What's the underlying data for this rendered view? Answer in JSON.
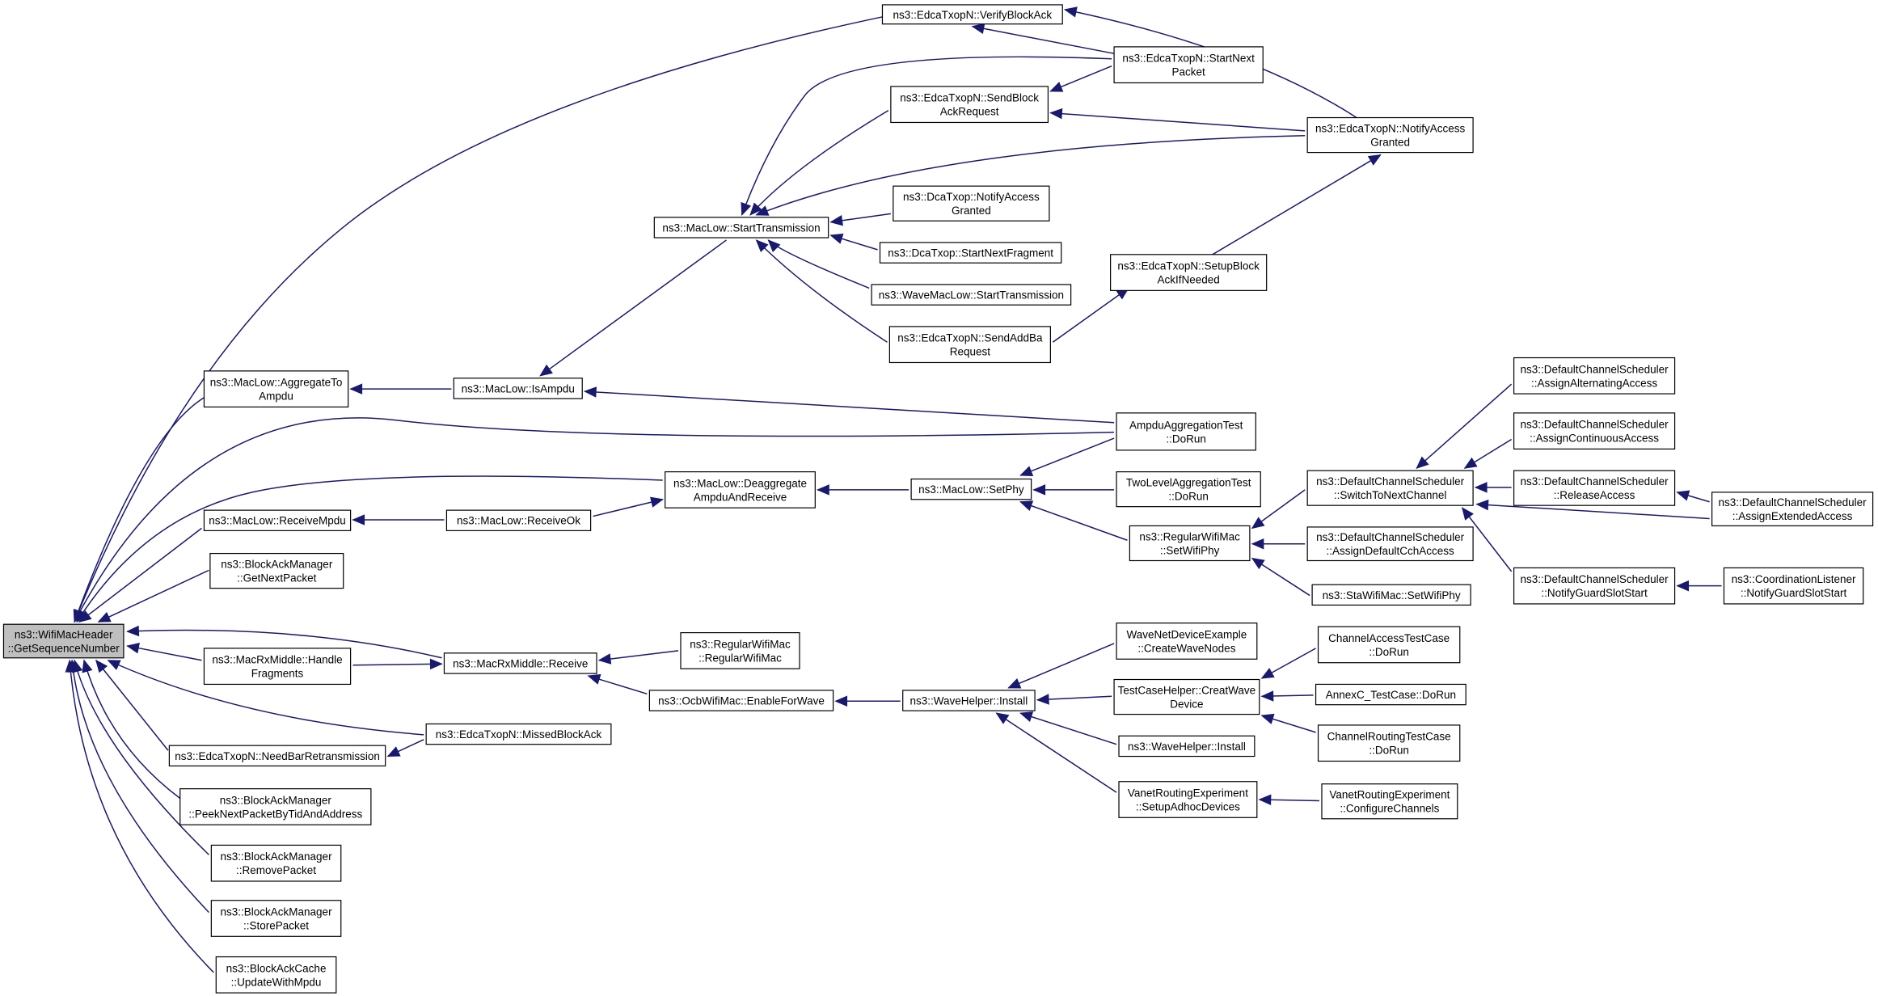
{
  "graph": {
    "colors": {
      "edge": "#191970",
      "node_border": "#000000",
      "node_fill": "#ffffff",
      "root_fill": "#bfbfbf"
    },
    "nodes": [
      {
        "id": "root",
        "lines": [
          "ns3::WifiMacHeader",
          "::GetSequenceNumber"
        ],
        "highlighted": true
      },
      {
        "id": "verify",
        "lines": [
          "ns3::EdcaTxopN::VerifyBlockAck"
        ]
      },
      {
        "id": "startnext",
        "lines": [
          "ns3::EdcaTxopN::StartNext",
          "Packet"
        ]
      },
      {
        "id": "sendblock",
        "lines": [
          "ns3::EdcaTxopN::SendBlock",
          "AckRequest"
        ]
      },
      {
        "id": "notifyedca",
        "lines": [
          "ns3::EdcaTxopN::NotifyAccess",
          "Granted"
        ]
      },
      {
        "id": "starttx",
        "lines": [
          "ns3::MacLow::StartTransmission"
        ]
      },
      {
        "id": "dcanotify",
        "lines": [
          "ns3::DcaTxop::NotifyAccess",
          "Granted"
        ]
      },
      {
        "id": "dcafrag",
        "lines": [
          "ns3::DcaTxop::StartNextFragment"
        ]
      },
      {
        "id": "wavestart",
        "lines": [
          "ns3::WaveMacLow::StartTransmission"
        ]
      },
      {
        "id": "setupblock",
        "lines": [
          "ns3::EdcaTxopN::SetupBlock",
          "AckIfNeeded"
        ]
      },
      {
        "id": "sendaddba",
        "lines": [
          "ns3::EdcaTxopN::SendAddBa",
          "Request"
        ]
      },
      {
        "id": "aggto",
        "lines": [
          "ns3::MacLow::AggregateTo",
          "Ampdu"
        ]
      },
      {
        "id": "isampdu",
        "lines": [
          "ns3::MacLow::IsAmpdu"
        ]
      },
      {
        "id": "ampdutest",
        "lines": [
          "AmpduAggregationTest",
          "::DoRun"
        ]
      },
      {
        "id": "deagg",
        "lines": [
          "ns3::MacLow::Deaggregate",
          "AmpduAndReceive"
        ]
      },
      {
        "id": "setphy",
        "lines": [
          "ns3::MacLow::SetPhy"
        ]
      },
      {
        "id": "twolevel",
        "lines": [
          "TwoLevelAggregationTest",
          "::DoRun"
        ]
      },
      {
        "id": "recvmpdu",
        "lines": [
          "ns3::MacLow::ReceiveMpdu"
        ]
      },
      {
        "id": "recvok",
        "lines": [
          "ns3::MacLow::ReceiveOk"
        ]
      },
      {
        "id": "regsetphy",
        "lines": [
          "ns3::RegularWifiMac",
          "::SetWifiPhy"
        ]
      },
      {
        "id": "switchch",
        "lines": [
          "ns3::DefaultChannelScheduler",
          "::SwitchToNextChannel"
        ]
      },
      {
        "id": "assignalt",
        "lines": [
          "ns3::DefaultChannelScheduler",
          "::AssignAlternatingAccess"
        ]
      },
      {
        "id": "assigncont",
        "lines": [
          "ns3::DefaultChannelScheduler",
          "::AssignContinuousAccess"
        ]
      },
      {
        "id": "release",
        "lines": [
          "ns3::DefaultChannelScheduler",
          "::ReleaseAccess"
        ]
      },
      {
        "id": "assignext",
        "lines": [
          "ns3::DefaultChannelScheduler",
          "::AssignExtendedAccess"
        ]
      },
      {
        "id": "assigndef",
        "lines": [
          "ns3::DefaultChannelScheduler",
          "::AssignDefaultCchAccess"
        ]
      },
      {
        "id": "stasetphy",
        "lines": [
          "ns3::StaWifiMac::SetWifiPhy"
        ]
      },
      {
        "id": "notifyguard",
        "lines": [
          "ns3::DefaultChannelScheduler",
          "::NotifyGuardSlotStart"
        ]
      },
      {
        "id": "coordlist",
        "lines": [
          "ns3::CoordinationListener",
          "::NotifyGuardSlotStart"
        ]
      },
      {
        "id": "getnext",
        "lines": [
          "ns3::BlockAckManager",
          "::GetNextPacket"
        ]
      },
      {
        "id": "handlefrag",
        "lines": [
          "ns3::MacRxMiddle::Handle",
          "Fragments"
        ]
      },
      {
        "id": "rxreceive",
        "lines": [
          "ns3::MacRxMiddle::Receive"
        ]
      },
      {
        "id": "regwifimac",
        "lines": [
          "ns3::RegularWifiMac",
          "::RegularWifiMac"
        ]
      },
      {
        "id": "ocbenable",
        "lines": [
          "ns3::OcbWifiMac::EnableForWave"
        ]
      },
      {
        "id": "waveinstall",
        "lines": [
          "ns3::WaveHelper::Install"
        ]
      },
      {
        "id": "wavenet",
        "lines": [
          "WaveNetDeviceExample",
          "::CreateWaveNodes"
        ]
      },
      {
        "id": "tchelper",
        "lines": [
          "TestCaseHelper::CreatWave",
          "Device"
        ]
      },
      {
        "id": "chaccess",
        "lines": [
          "ChannelAccessTestCase",
          "::DoRun"
        ]
      },
      {
        "id": "annexc",
        "lines": [
          "AnnexC_TestCase::DoRun"
        ]
      },
      {
        "id": "chrouting",
        "lines": [
          "ChannelRoutingTestCase",
          "::DoRun"
        ]
      },
      {
        "id": "waveinstall2",
        "lines": [
          "ns3::WaveHelper::Install"
        ]
      },
      {
        "id": "vanetsetup",
        "lines": [
          "VanetRoutingExperiment",
          "::SetupAdhocDevices"
        ]
      },
      {
        "id": "vanetconf",
        "lines": [
          "VanetRoutingExperiment",
          "::ConfigureChannels"
        ]
      },
      {
        "id": "missedblock",
        "lines": [
          "ns3::EdcaTxopN::MissedBlockAck"
        ]
      },
      {
        "id": "needbar",
        "lines": [
          "ns3::EdcaTxopN::NeedBarRetransmission"
        ]
      },
      {
        "id": "peeknext",
        "lines": [
          "ns3::BlockAckManager",
          "::PeekNextPacketByTidAndAddress"
        ]
      },
      {
        "id": "removepkt",
        "lines": [
          "ns3::BlockAckManager",
          "::RemovePacket"
        ]
      },
      {
        "id": "storepkt",
        "lines": [
          "ns3::BlockAckManager",
          "::StorePacket"
        ]
      },
      {
        "id": "updmpdu",
        "lines": [
          "ns3::BlockAckCache",
          "::UpdateWithMpdu"
        ]
      }
    ]
  }
}
